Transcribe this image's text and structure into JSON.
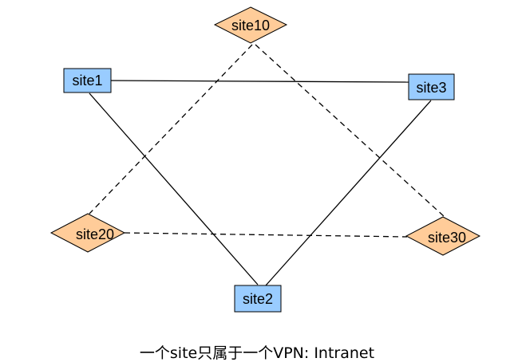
{
  "colors": {
    "square_fill": "#99ccff",
    "diamond_fill": "#ffcc99",
    "border": "#000000"
  },
  "nodes": {
    "site1": {
      "label": "site1",
      "shape": "square"
    },
    "site2": {
      "label": "site2",
      "shape": "square"
    },
    "site3": {
      "label": "site3",
      "shape": "square"
    },
    "site10": {
      "label": "site10",
      "shape": "diamond"
    },
    "site20": {
      "label": "site20",
      "shape": "diamond"
    },
    "site30": {
      "label": "site30",
      "shape": "diamond"
    }
  },
  "edges": [
    {
      "from": "site1",
      "to": "site3",
      "style": "solid"
    },
    {
      "from": "site1",
      "to": "site2",
      "style": "solid"
    },
    {
      "from": "site3",
      "to": "site2",
      "style": "solid"
    },
    {
      "from": "site10",
      "to": "site20",
      "style": "dashed"
    },
    {
      "from": "site10",
      "to": "site30",
      "style": "dashed"
    },
    {
      "from": "site20",
      "to": "site30",
      "style": "dashed"
    }
  ],
  "caption": "一个site只属于一个VPN: Intranet"
}
